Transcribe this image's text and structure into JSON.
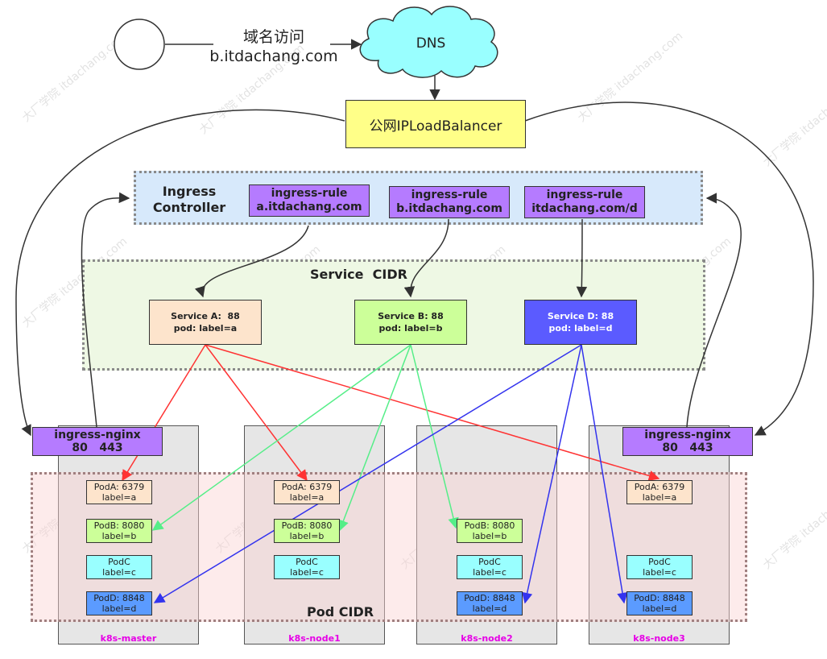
{
  "user": {
    "label_line1": "域名访问",
    "label_line2": "b.itdachang.com"
  },
  "dns": {
    "label": "DNS"
  },
  "load_balancer": {
    "label": "公网IPLoadBalancer"
  },
  "ingress_controller": {
    "title_line1": "Ingress",
    "title_line2": "Controller",
    "rules": [
      {
        "line1": "ingress-rule",
        "line2": "a.itdachang.com"
      },
      {
        "line1": "ingress-rule",
        "line2": "b.itdachang.com"
      },
      {
        "line1": "ingress-rule",
        "line2": "itdachang.com/d"
      }
    ]
  },
  "service_cidr": {
    "title": "Service  CIDR",
    "services": [
      {
        "line1": "Service A:  88",
        "line2": "pod: label=a"
      },
      {
        "line1": "Service B: 88",
        "line2": "pod: label=b"
      },
      {
        "line1": "Service D: 88",
        "line2": "pod: label=d"
      }
    ]
  },
  "pod_cidr": {
    "title": "Pod CIDR"
  },
  "nodes": [
    {
      "name": "k8s-master",
      "nginx": {
        "line1": "ingress-nginx",
        "line2": "80   443"
      },
      "pods": [
        {
          "line1": "PodA: 6379",
          "line2": "label=a"
        },
        {
          "line1": "PodB: 8080",
          "line2": "label=b"
        },
        {
          "line1": "PodC",
          "line2": "label=c"
        },
        {
          "line1": "PodD: 8848",
          "line2": "label=d"
        }
      ]
    },
    {
      "name": "k8s-node1",
      "pods": [
        {
          "line1": "PodA: 6379",
          "line2": "label=a"
        },
        {
          "line1": "PodB: 8080",
          "line2": "label=b"
        },
        {
          "line1": "PodC",
          "line2": "label=c"
        }
      ]
    },
    {
      "name": "k8s-node2",
      "pods": [
        {
          "line1": "PodB: 8080",
          "line2": "label=b"
        },
        {
          "line1": "PodC",
          "line2": "label=c"
        },
        {
          "line1": "PodD: 8848",
          "line2": "label=d"
        }
      ]
    },
    {
      "name": "k8s-node3",
      "nginx": {
        "line1": "ingress-nginx",
        "line2": "80   443"
      },
      "pods": [
        {
          "line1": "PodA: 6379",
          "line2": "label=a"
        },
        {
          "line1": "PodC",
          "line2": "label=c"
        },
        {
          "line1": "PodD: 8848",
          "line2": "label=d"
        }
      ]
    }
  ],
  "watermark": {
    "text": "大厂学院 itdachang.com"
  },
  "colors": {
    "service_a": "#fde4cc",
    "service_b": "#ccff99",
    "service_d": "#5b5bff",
    "rule_box": "#b57bff",
    "pod_c": "#99ffff",
    "pod_d": "#5b9bff",
    "lb": "#ffff88",
    "dns": "#99ffff",
    "node_label": "#e600e6",
    "arrow_a": "#ff3333",
    "arrow_b": "#55ee88",
    "arrow_d": "#3333ee"
  }
}
